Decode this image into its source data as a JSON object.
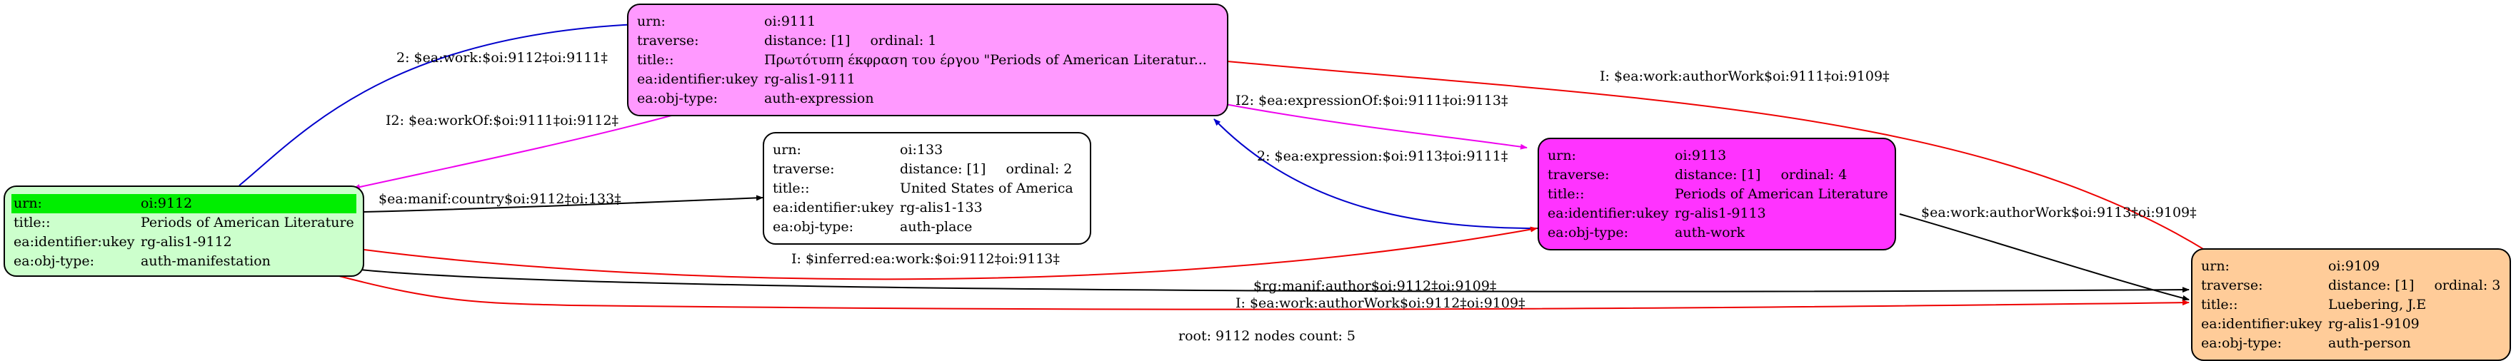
{
  "nodes": {
    "expression": {
      "urn_key": "urn:",
      "urn": "oi:9111",
      "traverse_key": "traverse:",
      "distance": "distance: [1]",
      "ordinal": "ordinal: 1",
      "title_key": "title::",
      "title": "Πρωτότυπη έκφραση του έργου \"Periods of American Literatur...",
      "ukey_key": "ea:identifier:ukey",
      "ukey": "rg-alis1-9111",
      "type_key": "ea:obj-type:",
      "type": "auth-expression",
      "fill": "#ff99ff"
    },
    "manifestation": {
      "urn_key": "urn:",
      "urn": "oi:9112",
      "title_key": "title::",
      "title": "Periods of American Literature",
      "ukey_key": "ea:identifier:ukey",
      "ukey": "rg-alis1-9112",
      "type_key": "ea:obj-type:",
      "type": "auth-manifestation",
      "fill": "#ccffcc",
      "root_highlight": "#00ee00"
    },
    "place": {
      "urn_key": "urn:",
      "urn": "oi:133",
      "traverse_key": "traverse:",
      "distance": "distance: [1]",
      "ordinal": "ordinal: 2",
      "title_key": "title::",
      "title": "United States of America",
      "ukey_key": "ea:identifier:ukey",
      "ukey": "rg-alis1-133",
      "type_key": "ea:obj-type:",
      "type": "auth-place",
      "fill": "#ffffff"
    },
    "work": {
      "urn_key": "urn:",
      "urn": "oi:9113",
      "traverse_key": "traverse:",
      "distance": "distance: [1]",
      "ordinal": "ordinal: 4",
      "title_key": "title::",
      "title": "Periods of American Literature",
      "ukey_key": "ea:identifier:ukey",
      "ukey": "rg-alis1-9113",
      "type_key": "ea:obj-type:",
      "type": "auth-work",
      "fill": "#ff33ff"
    },
    "person": {
      "urn_key": "urn:",
      "urn": "oi:9109",
      "traverse_key": "traverse:",
      "distance": "distance: [1]",
      "ordinal": "ordinal: 3",
      "title_key": "title::",
      "title": "Luebering, J.E",
      "ukey_key": "ea:identifier:ukey",
      "ukey": "rg-alis1-9109",
      "type_key": "ea:obj-type:",
      "type": "auth-person",
      "fill": "#ffcc99"
    }
  },
  "edges": {
    "work_link": "2: $ea:work:$oi:9112‡oi:9111‡",
    "work_of": "I2: $ea:workOf:$oi:9111‡oi:9112‡",
    "author_work_9111": "I: $ea:work:authorWork$oi:9111‡oi:9109‡",
    "expression_of": "I2: $ea:expressionOf:$oi:9111‡oi:9113‡",
    "expression": "2: $ea:expression:$oi:9113‡oi:9111‡",
    "manif_country": "$ea:manif:country$oi:9112‡oi:133‡",
    "inferred_work": "I: $inferred:ea:work:$oi:9112‡oi:9113‡",
    "author_work_9113": "$ea:work:authorWork$oi:9113‡oi:9109‡",
    "manif_author": "$rg:manif:author$oi:9112‡oi:9109‡",
    "author_work_9112": "I: $ea:work:authorWork$oi:9112‡oi:9109‡"
  },
  "edge_colors": {
    "blue": "#0000cc",
    "magenta": "#ee00ee",
    "red": "#ee0000",
    "black": "#000000"
  },
  "footer": "root: 9112 nodes count: 5"
}
